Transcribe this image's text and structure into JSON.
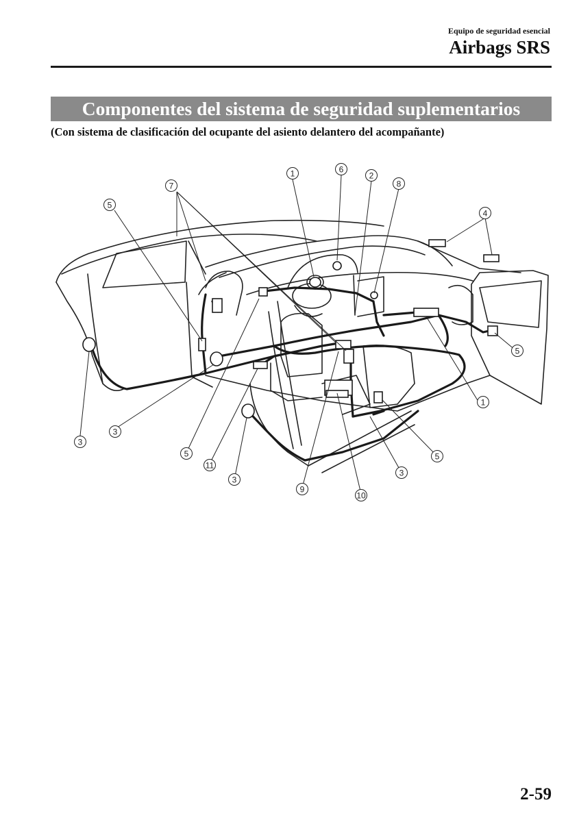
{
  "header": {
    "section": "Equipo de seguridad esencial",
    "chapter": "Airbags SRS"
  },
  "section": {
    "title": "Componentes del sistema de seguridad suplementarios",
    "subtitle": "(Con sistema de clasificación del ocupante del asiento delantero del acompañante)"
  },
  "diagram": {
    "callouts": [
      "1",
      "6",
      "2",
      "8",
      "7",
      "5",
      "4",
      "5",
      "1",
      "3",
      "3",
      "5",
      "11",
      "3",
      "9",
      "10",
      "3",
      "5"
    ]
  },
  "footer": {
    "page_number": "2-59"
  }
}
